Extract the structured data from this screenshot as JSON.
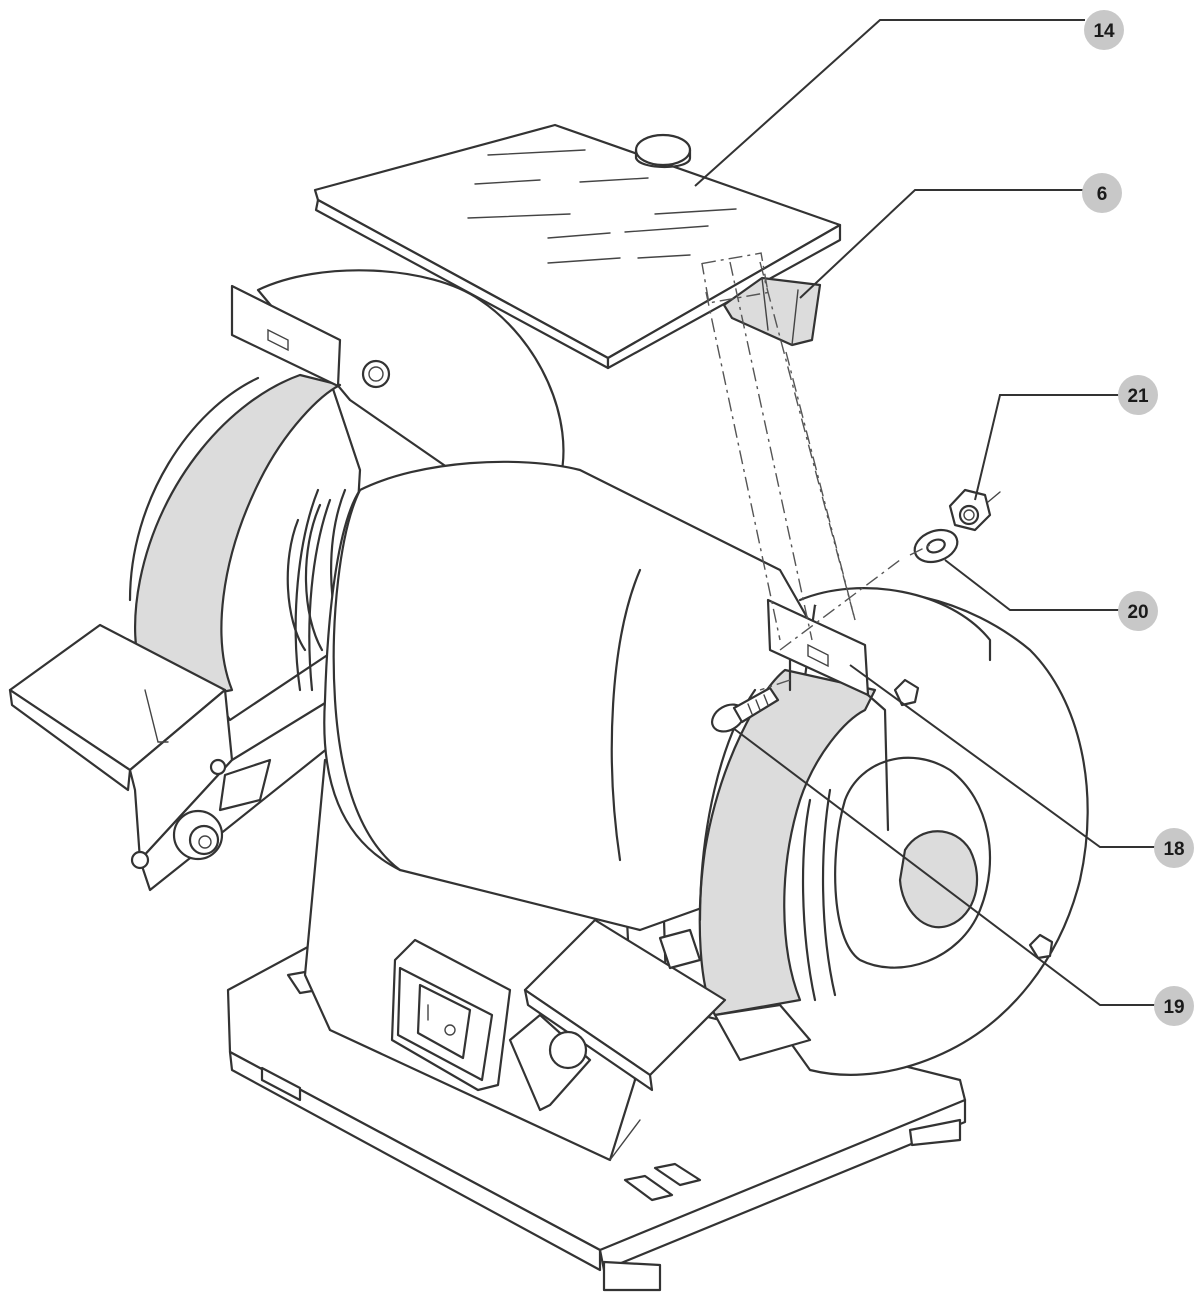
{
  "callouts": [
    {
      "label": "14",
      "part": "eye-shield"
    },
    {
      "label": "6",
      "part": "eye-shield-bracket"
    },
    {
      "label": "21",
      "part": "nut"
    },
    {
      "label": "20",
      "part": "washer"
    },
    {
      "label": "18",
      "part": "spark-deflector"
    },
    {
      "label": "19",
      "part": "carriage-bolt"
    }
  ],
  "colors": {
    "line": "#333333",
    "wheel_fill": "#dcdcdc",
    "badge_fill": "#c8c8c8",
    "badge_text": "#1a1a1a"
  }
}
